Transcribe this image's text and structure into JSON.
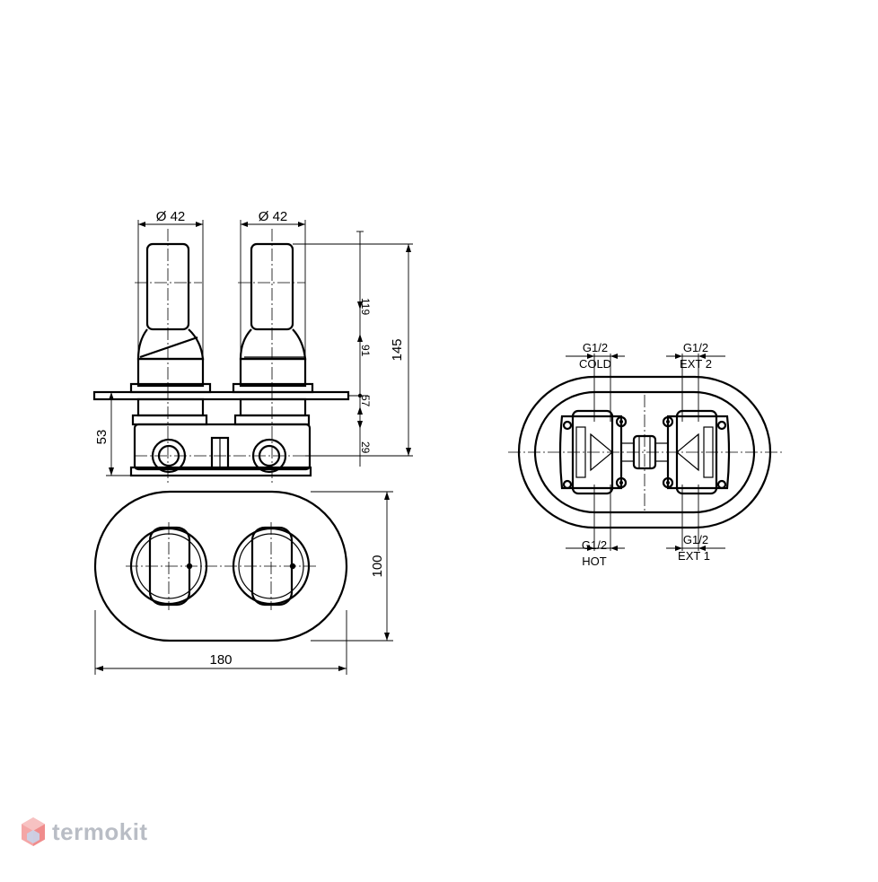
{
  "labels": {
    "dia_left": "Ø 42",
    "dia_right": "Ø 42",
    "d119": "119",
    "d91": "91",
    "d57": "57",
    "d29": "29",
    "d145": "145",
    "d53": "53",
    "d100": "100",
    "d180": "180",
    "thread_cold": "G1/2",
    "port_cold": "COLD",
    "thread_ext2": "G1/2",
    "port_ext2": "EXT 2",
    "thread_hot": "G1/2",
    "port_hot": "HOT",
    "thread_ext1": "G1/2",
    "port_ext1": "EXT 1"
  },
  "watermark": {
    "brand": "termokit",
    "color": "#b9bdc5"
  }
}
